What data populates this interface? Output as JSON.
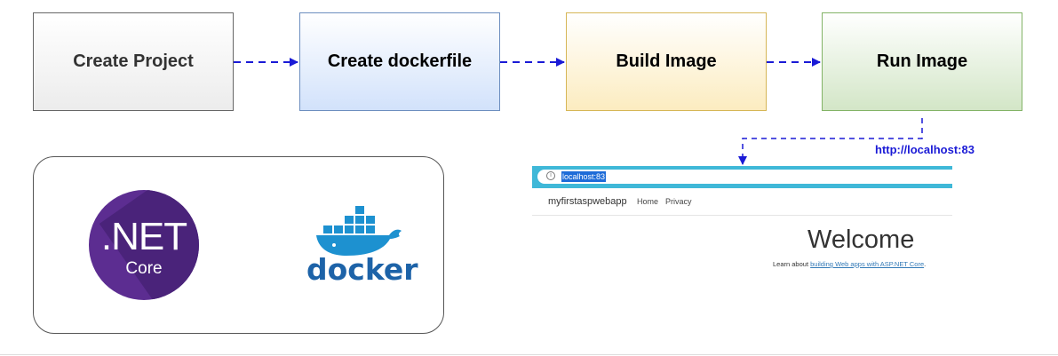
{
  "steps": {
    "create_project": "Create Project",
    "create_dockerfile": "Create dockerfile",
    "build_image": "Build Image",
    "run_image": "Run Image"
  },
  "url_label": "http://localhost:83",
  "logos": {
    "dotnet_main": ".NET",
    "dotnet_sub": "Core",
    "docker": "docker"
  },
  "browser": {
    "address": "localhost:83",
    "brand": "myfirstaspwebapp",
    "nav": [
      "Home",
      "Privacy"
    ],
    "welcome": "Welcome",
    "learn_prefix": "Learn about ",
    "learn_link": "building Web apps with ASP.NET Core",
    "learn_suffix": "."
  },
  "colors": {
    "arrow": "#1a1ad6",
    "dotnet_purple": "#5c2d91",
    "docker_blue": "#1d63a8",
    "browser_chrome": "#3fb8d8"
  }
}
